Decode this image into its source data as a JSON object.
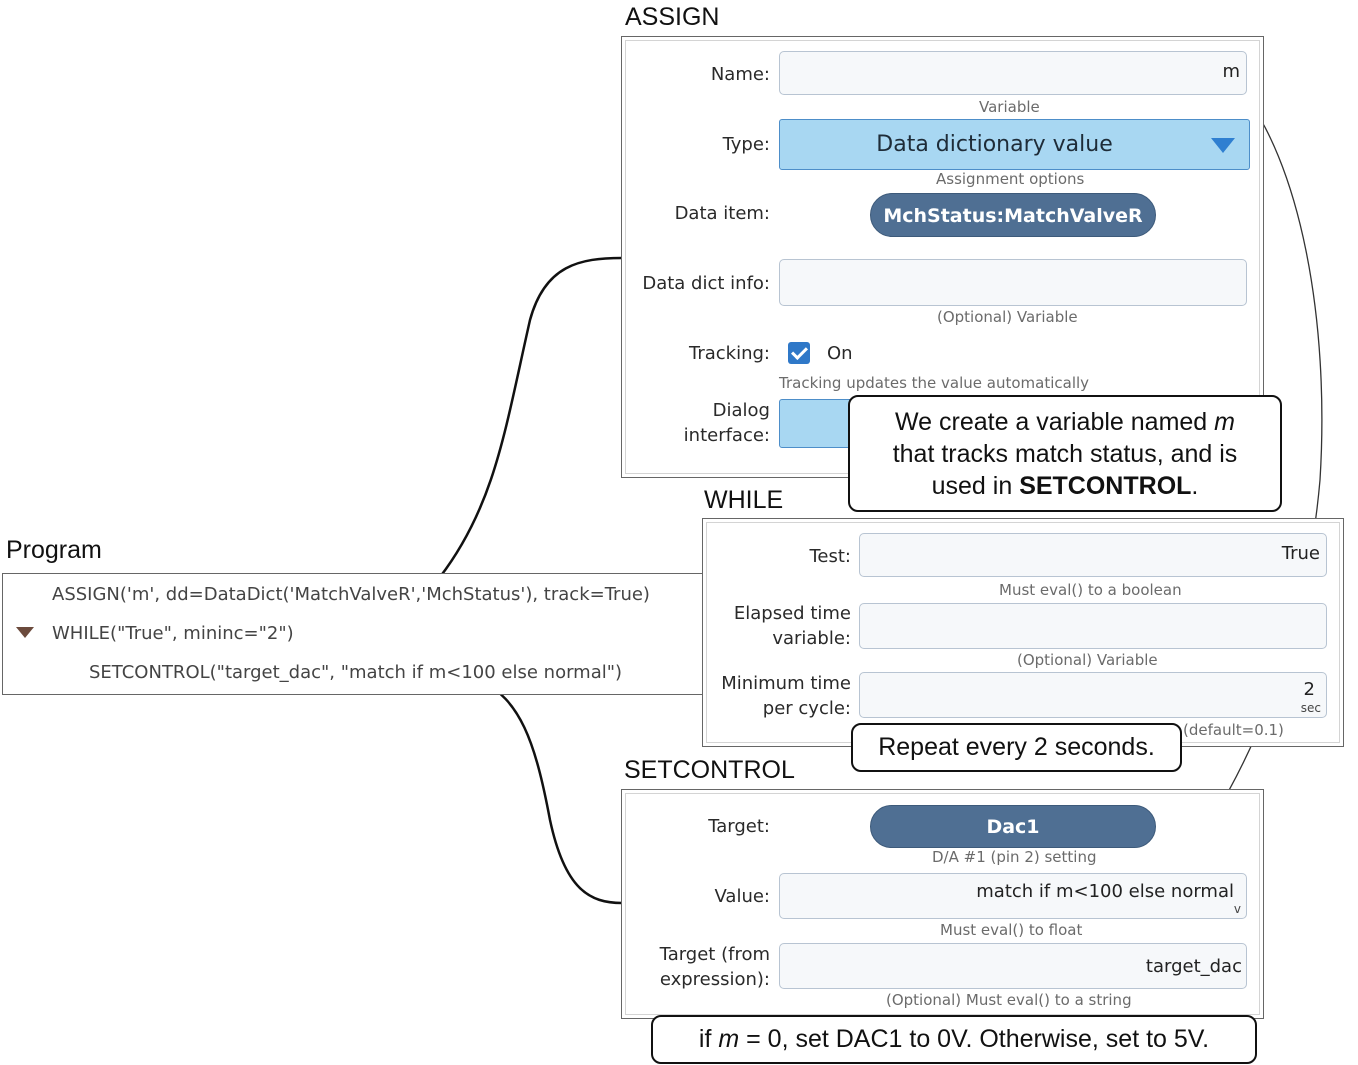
{
  "program": {
    "title": "Program",
    "lines": [
      "ASSIGN('m',  dd=DataDict('MatchValveR','MchStatus'), track=True)",
      "WHILE(\"True\", mininc=\"2\")",
      "SETCONTROL(\"target_dac\", \"match if m<100 else normal\")"
    ]
  },
  "assign": {
    "title": "ASSIGN",
    "name_label": "Name:",
    "name_value": "m",
    "name_hint": "Variable",
    "type_label": "Type:",
    "type_value": "Data dictionary value",
    "type_hint": "Assignment options",
    "data_item_label": "Data item:",
    "data_item_value": "MchStatus:MatchValveR",
    "data_dict_info_label": "Data dict info:",
    "data_dict_info_value": "",
    "data_dict_info_hint": "(Optional) Variable",
    "tracking_label": "Tracking:",
    "tracking_checked": true,
    "tracking_text": "On",
    "tracking_hint": "Tracking updates the value automatically",
    "dialog_label_1": "Dialog",
    "dialog_label_2": "interface:"
  },
  "while": {
    "title": "WHILE",
    "test_label": "Test:",
    "test_value": "True",
    "test_hint": "Must eval() to a boolean",
    "elapsed_label_1": "Elapsed time",
    "elapsed_label_2": "variable:",
    "elapsed_value": "",
    "elapsed_hint": "(Optional) Variable",
    "min_label_1": "Minimum time",
    "min_label_2": "per cycle:",
    "min_value": "2",
    "min_unit": "sec",
    "min_hint": "(default=0.1)"
  },
  "setcontrol": {
    "title": "SETCONTROL",
    "target_label": "Target:",
    "target_value": "Dac1",
    "target_hint": "D/A #1 (pin 2) setting",
    "value_label": "Value:",
    "value_value": "match if m<100 else normal",
    "value_unit": "v",
    "value_hint": "Must eval() to float",
    "expr_label_1": "Target (from",
    "expr_label_2": "expression):",
    "expr_value": "target_dac",
    "expr_hint": "(Optional) Must eval() to a string"
  },
  "callouts": {
    "assign_line1_a": "We create a variable named ",
    "assign_line1_var": "m",
    "assign_line2": "that tracks match status, and is",
    "assign_line3_a": "used in ",
    "assign_line3_bold": "SETCONTROL",
    "assign_line3_b": ".",
    "while_text": "Repeat every 2 seconds.",
    "setcontrol_a": "if ",
    "setcontrol_var": "m",
    "setcontrol_b": " = 0, set DAC1 to 0V. Otherwise, set to 5V."
  },
  "colors": {
    "select_fill": "#a8d7f2",
    "select_arrow": "#2f7fd1",
    "pill_fill": "#4f6f93",
    "checkbox": "#2f78c8",
    "tree_arrow": "#6b4a3c"
  }
}
